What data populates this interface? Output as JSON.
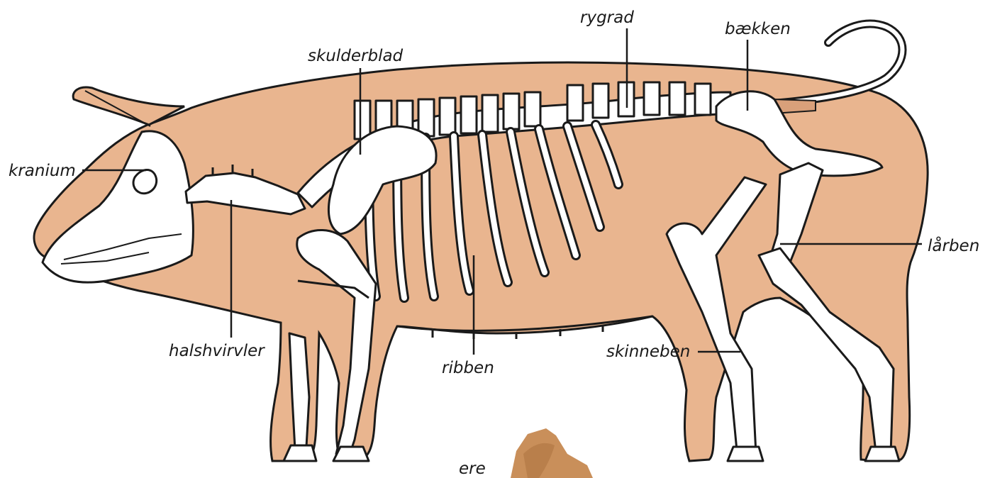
{
  "diagram": {
    "colors": {
      "body": "#e9b58f",
      "bone": "#ffffff",
      "outline": "#1a1a1a",
      "tail": "#d9a07a",
      "photo": "#c98f5a"
    },
    "labels": {
      "kranium": "kranium",
      "halshvirvler": "halshvirvler",
      "skulderblad": "skulderblad",
      "ribben": "ribben",
      "rygrad": "rygrad",
      "baekken": "bækken",
      "skinneben": "skinneben",
      "laarben": "lårben",
      "ere": "ere"
    }
  }
}
